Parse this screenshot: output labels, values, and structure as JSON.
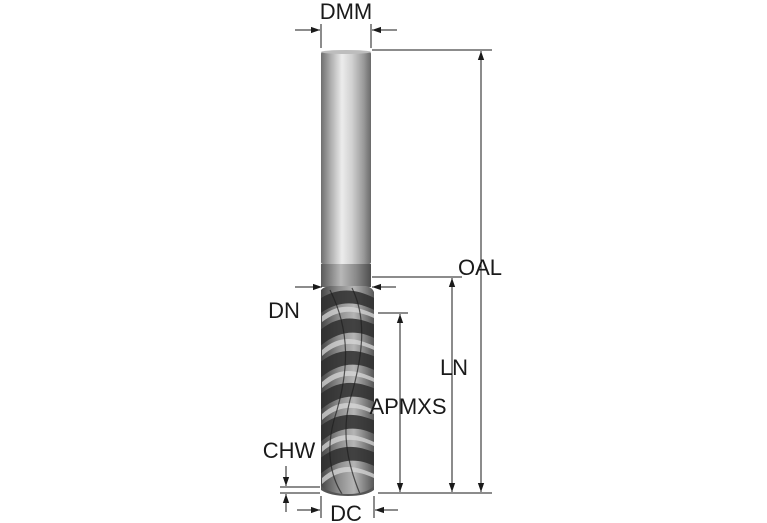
{
  "diagram": {
    "labels": {
      "dmm": "DMM",
      "oal": "OAL",
      "dn": "DN",
      "ln": "LN",
      "apmxs": "APMXS",
      "chw": "CHW",
      "dc": "DC"
    },
    "colors": {
      "line": "#1a1a1a",
      "shank_dark": "#7d7d7d",
      "shank_light": "#e6e6e6",
      "flute_dark": "#3b3b3b",
      "flute_light": "#c4c4c4",
      "background": "#ffffff"
    },
    "tool": {
      "type": "end-mill",
      "flutes": "helical"
    }
  }
}
